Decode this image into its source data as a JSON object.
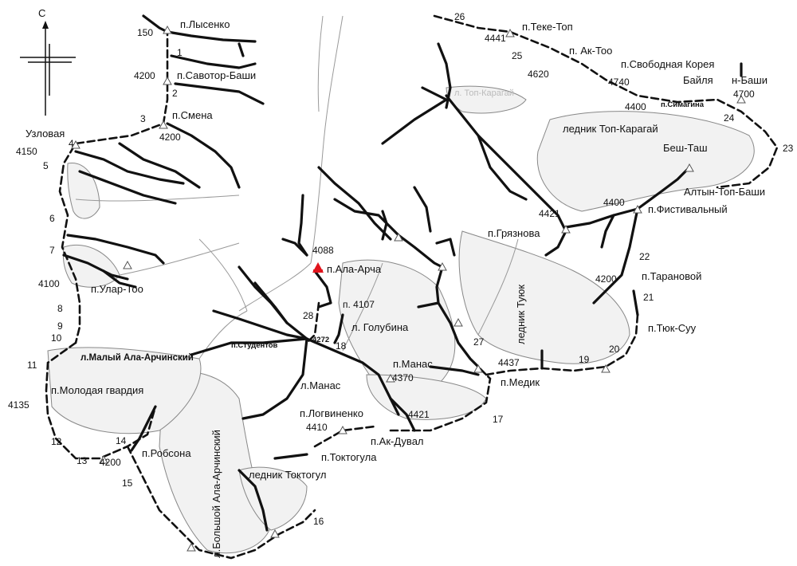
{
  "compass": {
    "north": "С"
  },
  "marker_color": "#e0141c",
  "passes": [
    {
      "id": "lysenko",
      "name": "п.Лысенко"
    },
    {
      "id": "savotor",
      "name": "п.Савотор-Баши"
    },
    {
      "id": "smena",
      "name": "п.Смена"
    },
    {
      "id": "uzlovaya",
      "name": "Узловая"
    },
    {
      "id": "ular",
      "name": "п.Улар-Тоо"
    },
    {
      "id": "malyi",
      "name": "л.Малый Ала-Арчинский"
    },
    {
      "id": "molodaya",
      "name": "п.Молодая гвардия"
    },
    {
      "id": "robson",
      "name": "п.Робсона"
    },
    {
      "id": "bolshoi",
      "name": "л.Большой Ала-Арчинский"
    },
    {
      "id": "toktogul_glacier",
      "name": "ледник Токтогул"
    },
    {
      "id": "toktogul",
      "name": "п.Токтогула"
    },
    {
      "id": "logvinenko",
      "name": "п.Логвиненко"
    },
    {
      "id": "akduval",
      "name": "п.Ак-Дувал"
    },
    {
      "id": "manas_l",
      "name": "л.Манас"
    },
    {
      "id": "manas",
      "name": "п.Манас"
    },
    {
      "id": "studentov",
      "name": "п.Студентов"
    },
    {
      "id": "alaarcha",
      "name": "п.Ала-Арча"
    },
    {
      "id": "golubina",
      "name": "л. Голубина"
    },
    {
      "id": "tuyuk",
      "name": "ледник Туюк"
    },
    {
      "id": "medik",
      "name": "п.Медик"
    },
    {
      "id": "gryaznova",
      "name": "п.Грязнова"
    },
    {
      "id": "tarnova",
      "name": "п.Тарановой"
    },
    {
      "id": "tyuksuu",
      "name": "п.Тюк-Суу"
    },
    {
      "id": "festival",
      "name": "п.Фистивальный"
    },
    {
      "id": "altyn",
      "name": "Алтын-Топ-Баши"
    },
    {
      "id": "besh",
      "name": "Беш-Таш"
    },
    {
      "id": "topkaragai",
      "name": "ледник Топ-Карагай"
    },
    {
      "id": "simagina",
      "name": "п.Симагина"
    },
    {
      "id": "bailyan",
      "name": "Байля"
    },
    {
      "id": "bashi",
      "name": "н-Баши"
    },
    {
      "id": "svobodnaya",
      "name": "п.Свободная Корея"
    },
    {
      "id": "aktoo",
      "name": "п. Ак-Тоо"
    },
    {
      "id": "teketop",
      "name": "п.Теке-Топ"
    },
    {
      "id": "topkaragai_faint",
      "name": "л. Топ-Карагай"
    }
  ],
  "elevations": {
    "e150": "150",
    "e4200a": "4200",
    "e4200b": "4200",
    "e4150": "4150",
    "e4100": "4100",
    "e4135": "4135",
    "e4200c": "4200",
    "e4410": "4410",
    "e4421a": "4421",
    "e4370": "4370",
    "e4272": "4272",
    "e4088": "4088",
    "e4107": "п. 4107",
    "e4437": "4437",
    "e4421b": "4421",
    "e4400a": "4400",
    "e4200d": "4200",
    "e4400b": "4400",
    "e4740": "4740",
    "e4700": "4700",
    "e4620": "4620",
    "e4441": "4441"
  },
  "waypoints": {
    "w1": "1",
    "w2": "2",
    "w3": "3",
    "w4": "4",
    "w5": "5",
    "w6": "6",
    "w7": "7",
    "w8": "8",
    "w9": "9",
    "w10": "10",
    "w11": "11",
    "w12": "12",
    "w13": "13",
    "w14": "14",
    "w15": "15",
    "w16": "16",
    "w17": "17",
    "w18": "18",
    "w19": "19",
    "w20": "20",
    "w21": "21",
    "w22": "22",
    "w23": "23",
    "w24": "24",
    "w25": "25",
    "w26": "26",
    "w27": "27",
    "w28": "28"
  }
}
